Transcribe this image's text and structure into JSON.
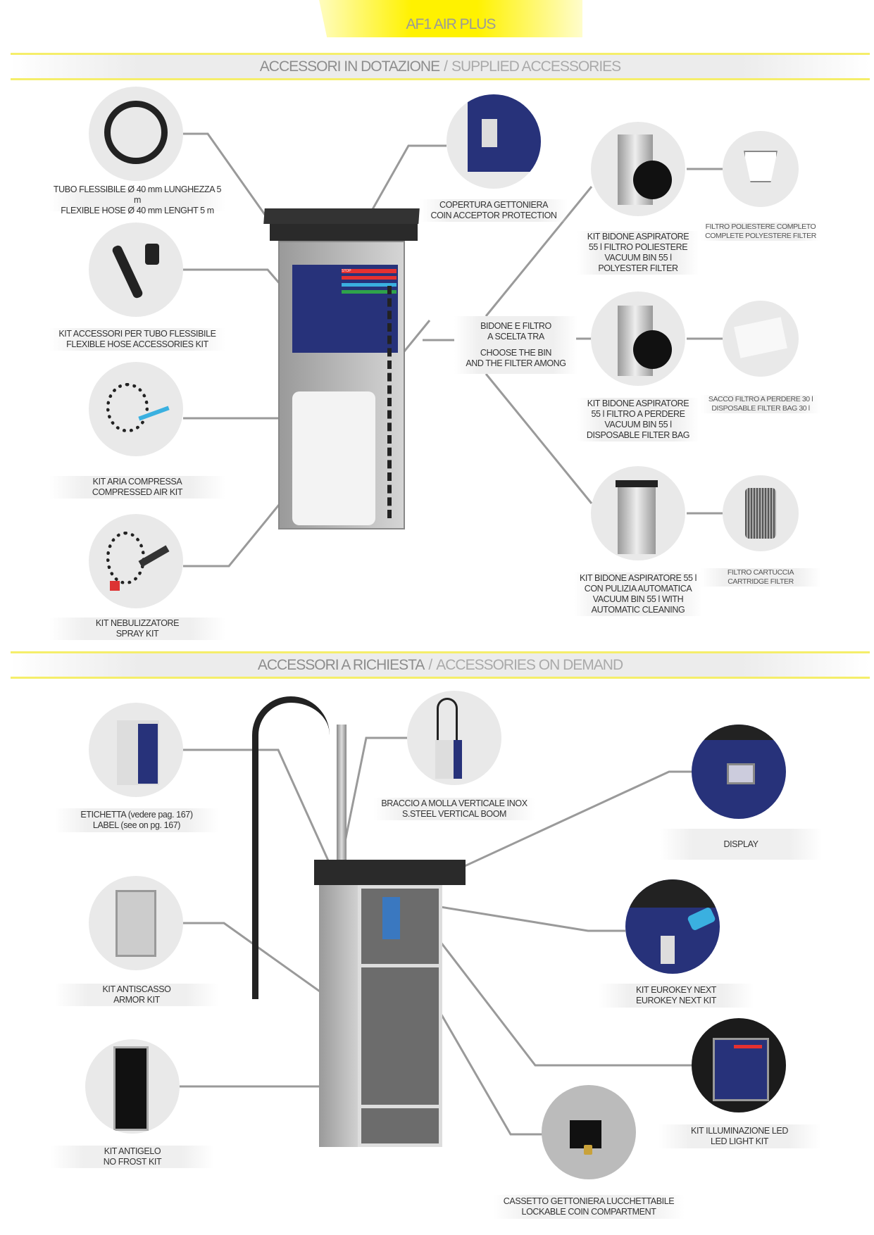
{
  "title": "AF1 AIR PLUS",
  "section_supplied": {
    "it": "ACCESSORI IN DOTAZIONE",
    "sep": "/",
    "en": "SUPPLIED ACCESSORIES"
  },
  "section_demand": {
    "it": "ACCESSORI A RICHIESTA",
    "sep": "/",
    "en": "ACCESSORIES ON DEMAND"
  },
  "supplied": {
    "hose": [
      "TUBO FLESSIBILE Ø 40 mm LUNGHEZZA 5 m",
      "FLEXIBLE HOSE Ø 40 mm LENGHT 5 m"
    ],
    "hose_kit": [
      "KIT ACCESSORI PER TUBO FLESSIBILE",
      "FLEXIBLE HOSE ACCESSORIES KIT"
    ],
    "air_kit": [
      "KIT ARIA COMPRESSA",
      "COMPRESSED AIR KIT"
    ],
    "spray_kit": [
      "KIT NEBULIZZATORE",
      "SPRAY KIT"
    ],
    "coin_cover": [
      "COPERTURA GETTONIERA",
      "COIN ACCEPTOR PROTECTION"
    ],
    "choose": [
      "BIDONE E FILTRO",
      "A SCELTA TRA",
      "CHOOSE THE BIN",
      "AND THE FILTER AMONG"
    ],
    "bin_polyester": [
      "KIT BIDONE ASPIRATORE",
      "55 l FILTRO POLIESTERE",
      "VACUUM BIN 55 l",
      "POLYESTER FILTER"
    ],
    "bin_disposable": [
      "KIT BIDONE ASPIRATORE",
      "55 l FILTRO A PERDERE",
      "VACUUM BIN 55 l",
      "DISPOSABLE FILTER BAG"
    ],
    "bin_auto": [
      "KIT BIDONE ASPIRATORE 55 l",
      "CON PULIZIA AUTOMATICA",
      "VACUUM BIN 55 l WITH",
      "AUTOMATIC CLEANING"
    ],
    "filter_polyester": [
      "FILTRO POLIESTERE COMPLETO",
      "COMPLETE POLYESTERE FILTER"
    ],
    "filter_bag": [
      "SACCO FILTRO A PERDERE 30 l",
      "DISPOSABLE FILTER BAG 30 l"
    ],
    "filter_cartridge": [
      "FILTRO CARTUCCIA",
      "CARTRIDGE FILTER"
    ]
  },
  "demand": {
    "label": [
      "ETICHETTA (vedere pag. 167)",
      "LABEL (see on pg. 167)"
    ],
    "armor": [
      "KIT ANTISCASSO",
      "ARMOR KIT"
    ],
    "nofrost": [
      "KIT ANTIGELO",
      "NO FROST KIT"
    ],
    "boom": [
      "BRACCIO A MOLLA VERTICALE INOX",
      "S.STEEL VERTICAL BOOM"
    ],
    "display": [
      "DISPLAY"
    ],
    "eurokey": [
      "KIT EUROKEY NEXT",
      "EUROKEY NEXT KIT"
    ],
    "led": [
      "KIT ILLUMINAZIONE LED",
      "LED LIGHT KIT"
    ],
    "coin_box": [
      "CASSETTO GETTONIERA LUCCHETTABILE",
      "LOCKABLE COIN COMPARTMENT"
    ]
  },
  "machine_panel": {
    "stop": "STOP"
  },
  "colors": {
    "yellow": "#fff200",
    "panel_blue": "#27327a",
    "line": "#9a9a9a"
  }
}
